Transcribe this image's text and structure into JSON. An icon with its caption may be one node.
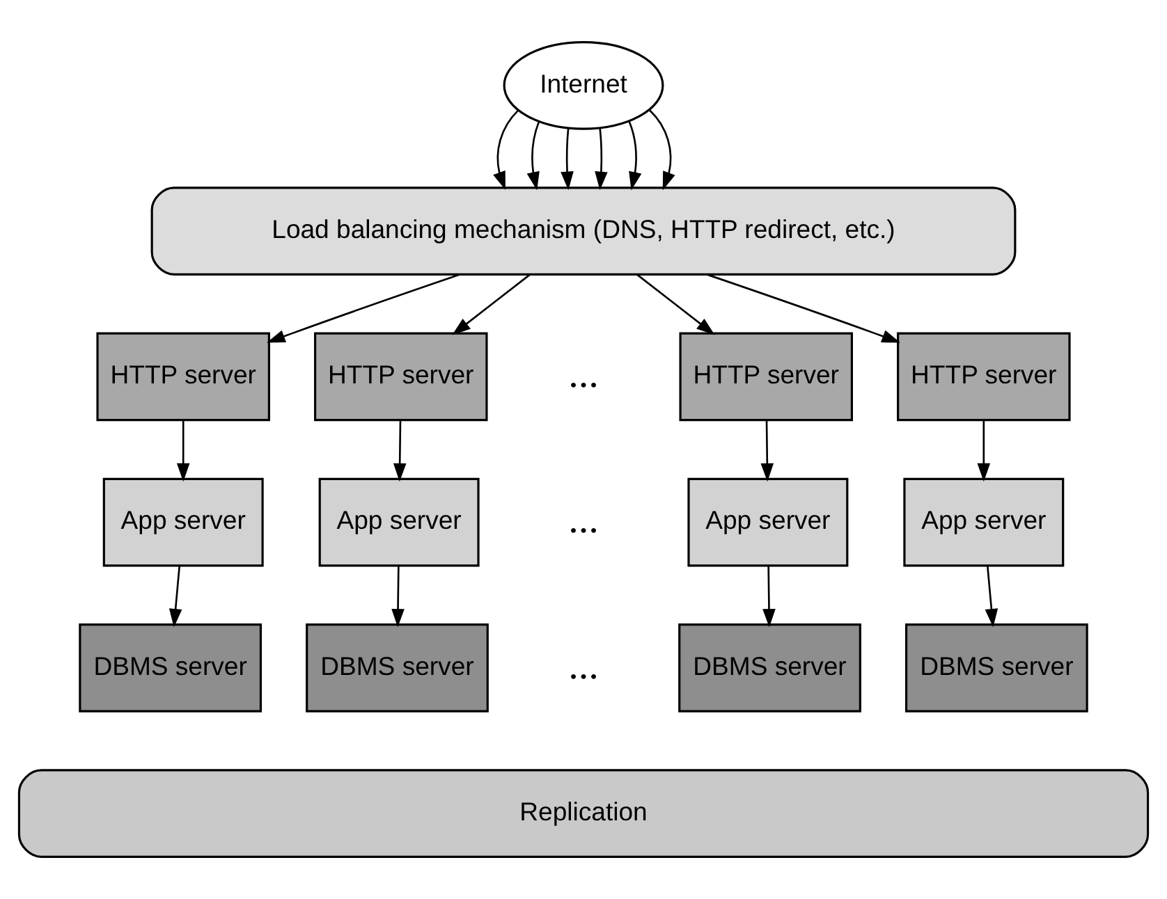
{
  "diagram": {
    "nodes": [
      {
        "text": [
          "Internet"
        ]
      },
      {
        "text": [
          "Load balancing mechanism (DNS, HTTP redirect, etc.)"
        ]
      },
      {
        "text": [
          "HTTP server"
        ]
      },
      {
        "text": [
          "HTTP server"
        ]
      },
      {
        "text": [
          "HTTP server"
        ]
      },
      {
        "text": [
          "HTTP server"
        ]
      },
      {
        "text": [
          "App server"
        ]
      },
      {
        "text": [
          "App server"
        ]
      },
      {
        "text": [
          "App server"
        ]
      },
      {
        "text": [
          "App server"
        ]
      },
      {
        "text": [
          "DBMS server"
        ]
      },
      {
        "text": [
          "DBMS server"
        ]
      },
      {
        "text": [
          "DBMS server"
        ]
      },
      {
        "text": [
          "DBMS server"
        ]
      },
      {
        "text": [
          "Replication"
        ]
      }
    ],
    "edges": [
      {
        "from": 0,
        "to": 1,
        "arrow": "to"
      },
      {
        "from": 0,
        "to": 1,
        "arrow": "to"
      },
      {
        "from": 0,
        "to": 1,
        "arrow": "to"
      },
      {
        "from": 0,
        "to": 1,
        "arrow": "to"
      },
      {
        "from": 0,
        "to": 1,
        "arrow": "to"
      },
      {
        "from": 0,
        "to": 1,
        "arrow": "to"
      },
      {
        "from": 1,
        "to": 2,
        "arrow": "to"
      },
      {
        "from": 1,
        "to": 3,
        "arrow": "to"
      },
      {
        "from": 1,
        "to": 4,
        "arrow": "to"
      },
      {
        "from": 1,
        "to": 5,
        "arrow": "to"
      },
      {
        "from": 2,
        "to": 6,
        "arrow": "to"
      },
      {
        "from": 3,
        "to": 7,
        "arrow": "to"
      },
      {
        "from": 4,
        "to": 8,
        "arrow": "to"
      },
      {
        "from": 5,
        "to": 9,
        "arrow": "to"
      },
      {
        "from": 6,
        "to": 10,
        "arrow": "to"
      },
      {
        "from": 7,
        "to": 11,
        "arrow": "to"
      },
      {
        "from": 8,
        "to": 12,
        "arrow": "to"
      },
      {
        "from": 9,
        "to": 13,
        "arrow": "to"
      }
    ],
    "labels": [
      "...",
      "...",
      "..."
    ]
  }
}
